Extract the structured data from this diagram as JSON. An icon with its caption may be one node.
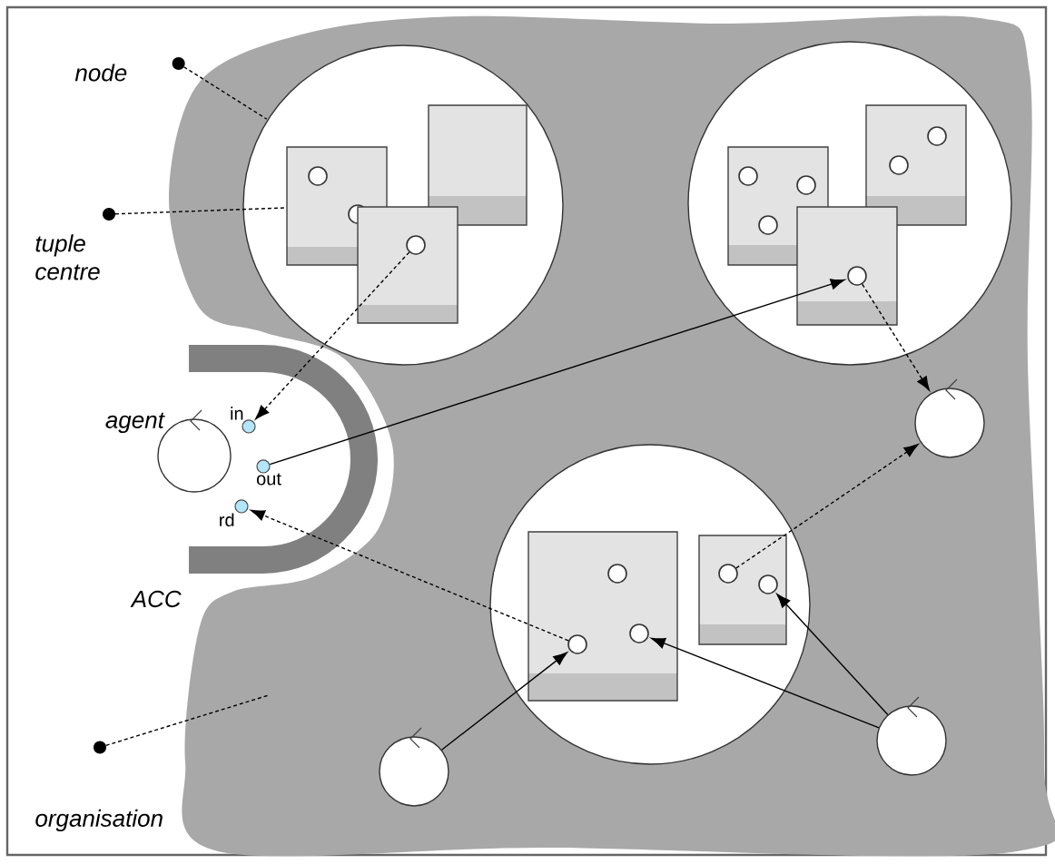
{
  "diagram": {
    "nodes": [
      {
        "text": [
          "node"
        ]
      },
      {
        "text": [
          "tuple centre"
        ]
      },
      {
        "text": [
          "organisation"
        ]
      },
      {
        "text": [],
        "shape": "region"
      },
      {
        "text": [],
        "shape": "circle",
        "in": 3
      },
      {
        "text": [],
        "shape": "box",
        "in": 4
      },
      {
        "text": [],
        "shape": "circle",
        "in": 5
      },
      {
        "text": [],
        "shape": "circle",
        "in": 5
      },
      {
        "text": [],
        "shape": "box",
        "in": 4
      },
      {
        "text": [],
        "shape": "box",
        "in": 4
      },
      {
        "text": [],
        "shape": "circle",
        "in": 9
      },
      {
        "text": [],
        "shape": "circle",
        "in": 3
      },
      {
        "text": [],
        "shape": "box",
        "in": 11
      },
      {
        "text": [],
        "shape": "circle",
        "in": 12
      },
      {
        "text": [],
        "shape": "circle",
        "in": 12
      },
      {
        "text": [],
        "shape": "circle",
        "in": 12
      },
      {
        "text": [],
        "shape": "box",
        "in": 11
      },
      {
        "text": [],
        "shape": "circle",
        "in": 16
      },
      {
        "text": [],
        "shape": "circle",
        "in": 16
      },
      {
        "text": [],
        "shape": "box",
        "in": 11
      },
      {
        "text": [],
        "shape": "circle",
        "in": 19
      },
      {
        "text": [],
        "shape": "circle",
        "in": 3
      },
      {
        "text": [],
        "shape": "box",
        "in": 21
      },
      {
        "text": [],
        "shape": "circle",
        "in": 22
      },
      {
        "text": [],
        "shape": "circle",
        "in": 22
      },
      {
        "text": [],
        "shape": "circle",
        "in": 22
      },
      {
        "text": [],
        "shape": "box",
        "in": 21
      },
      {
        "text": [],
        "shape": "circle",
        "in": 26
      },
      {
        "text": [],
        "shape": "circle",
        "in": 26
      },
      {
        "text": [
          "ACC"
        ]
      },
      {
        "text": [],
        "shape": "circle",
        "beside": [
          "agent"
        ]
      },
      {
        "text": [],
        "shape": "circle",
        "beside": [
          "in"
        ],
        "in": 29
      },
      {
        "text": [],
        "shape": "circle",
        "beside": [
          "out"
        ],
        "in": 29
      },
      {
        "text": [],
        "shape": "circle",
        "beside": [
          "rd"
        ],
        "in": 29
      },
      {
        "text": [],
        "shape": "circle",
        "in": 3
      },
      {
        "text": [],
        "shape": "circle",
        "in": 3
      },
      {
        "text": [],
        "shape": "circle",
        "in": 3
      }
    ],
    "edges": [
      {
        "from": 0,
        "to": 4,
        "arrow": "other",
        "style": "dashed"
      },
      {
        "from": 1,
        "to": 5,
        "arrow": "other",
        "style": "dashed"
      },
      {
        "from": 2,
        "to": 3,
        "arrow": "other",
        "style": "dashed"
      },
      {
        "from": 10,
        "to": 31,
        "arrow": "to",
        "style": "dashed"
      },
      {
        "from": 32,
        "to": 20,
        "arrow": "to"
      },
      {
        "from": 20,
        "to": 34,
        "arrow": "to",
        "style": "dashed"
      },
      {
        "from": 24,
        "to": 33,
        "arrow": "to",
        "style": "dashed"
      },
      {
        "from": 27,
        "to": 34,
        "arrow": "to",
        "style": "dashed"
      },
      {
        "from": 35,
        "to": 24,
        "arrow": "to"
      },
      {
        "from": 36,
        "to": 25,
        "arrow": "to"
      },
      {
        "from": 36,
        "to": 28,
        "arrow": "to"
      }
    ]
  }
}
